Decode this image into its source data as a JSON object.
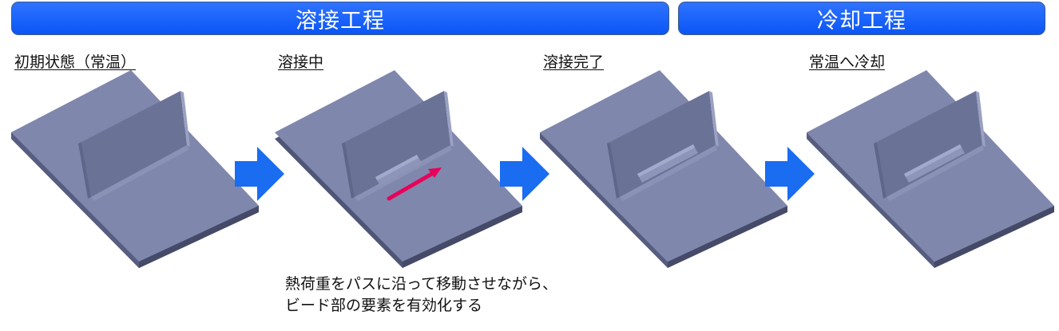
{
  "banners": {
    "welding": "溶接工程",
    "cooling": "冷却工程"
  },
  "steps": [
    {
      "label": "初期状態（常温）"
    },
    {
      "label": "溶接中"
    },
    {
      "label": "溶接完了"
    },
    {
      "label": "常温へ冷却"
    }
  ],
  "caption": {
    "line1": "熱荷重をパスに沿って移動させながら、",
    "line2": "ビード部の要素を有効化する"
  },
  "colors": {
    "banner": "#0a55f5",
    "flow_arrow": "#1a6cf0",
    "path_arrow": "#e8005a",
    "plate_top": "#7f87ad",
    "plate_side": "#4e5576"
  }
}
